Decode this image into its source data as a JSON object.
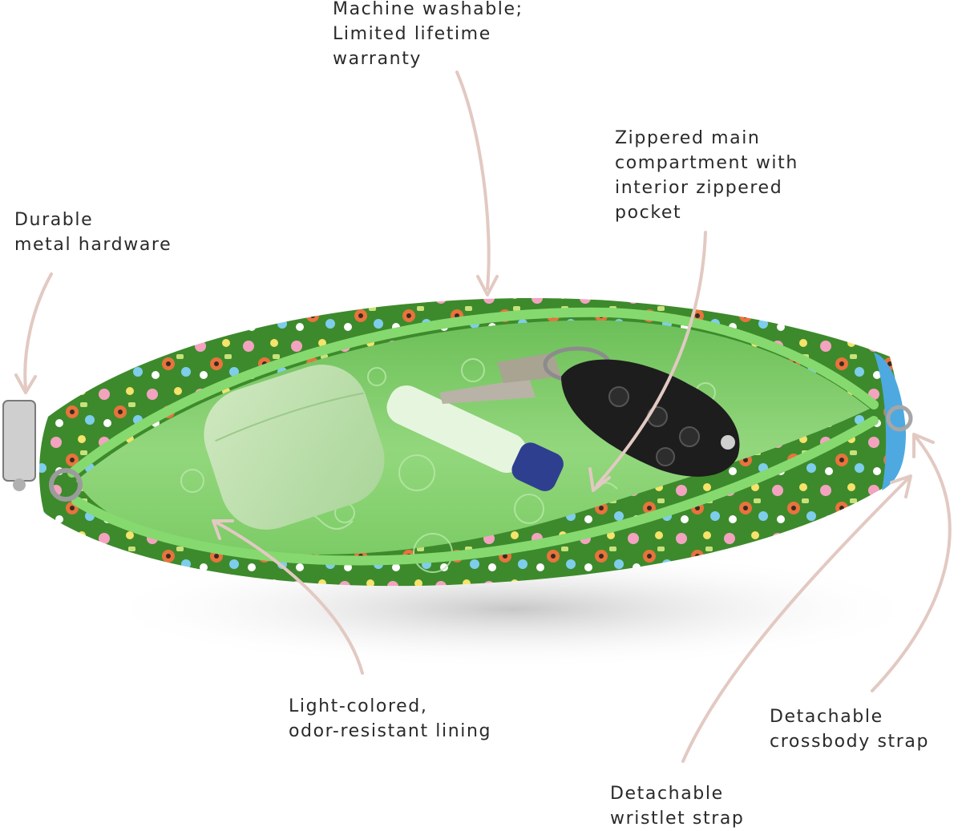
{
  "callouts": {
    "washable": "Machine washable;\nLimited lifetime\nwarranty",
    "compartment": "Zippered main\ncompartment with\ninterior zippered\npocket",
    "hardware": "Durable\nmetal hardware",
    "lining": "Light-colored,\nodor-resistant lining",
    "crossbody": "Detachable\ncrossbody strap",
    "wristlet": "Detachable\nwristlet strap"
  },
  "colors": {
    "arrow": "#e2c9c2",
    "text": "#2a2a2a",
    "lining": "#8fd27a",
    "zipper": "#7fd26a",
    "exterior": "#3f8f2f"
  },
  "illustration": {
    "subject": "open zippered wristlet pouch with earbuds case, lip balm and car key",
    "icons": [
      "earbuds-case-icon",
      "lip-balm-icon",
      "car-key-icon",
      "keyring-icon",
      "zipper-pull-icon"
    ]
  }
}
